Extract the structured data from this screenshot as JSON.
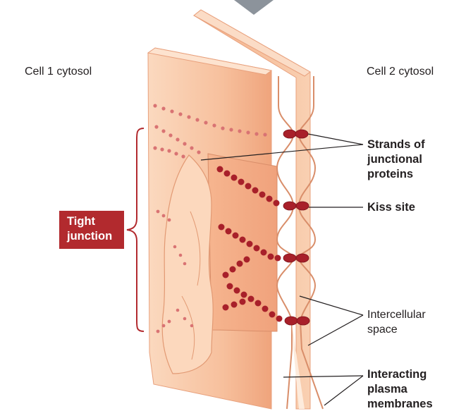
{
  "labels": {
    "cell1": "Cell 1 cytosol",
    "cell2": "Cell 2 cytosol",
    "strands": [
      "Strands of",
      "junctional",
      "proteins"
    ],
    "kiss": "Kiss site",
    "intercellular": [
      "Intercellular",
      "space"
    ],
    "membranes": [
      "Interacting",
      "plasma",
      "membranes"
    ],
    "tight": [
      "Tight",
      "junction"
    ]
  },
  "colors": {
    "membrane": "#f5b894",
    "membrane_light": "#f9d3b6",
    "membrane_dark": "#e39b77",
    "protein": "#a8202a",
    "highlight": "#b22a2e",
    "arrow": "#8c939b"
  }
}
